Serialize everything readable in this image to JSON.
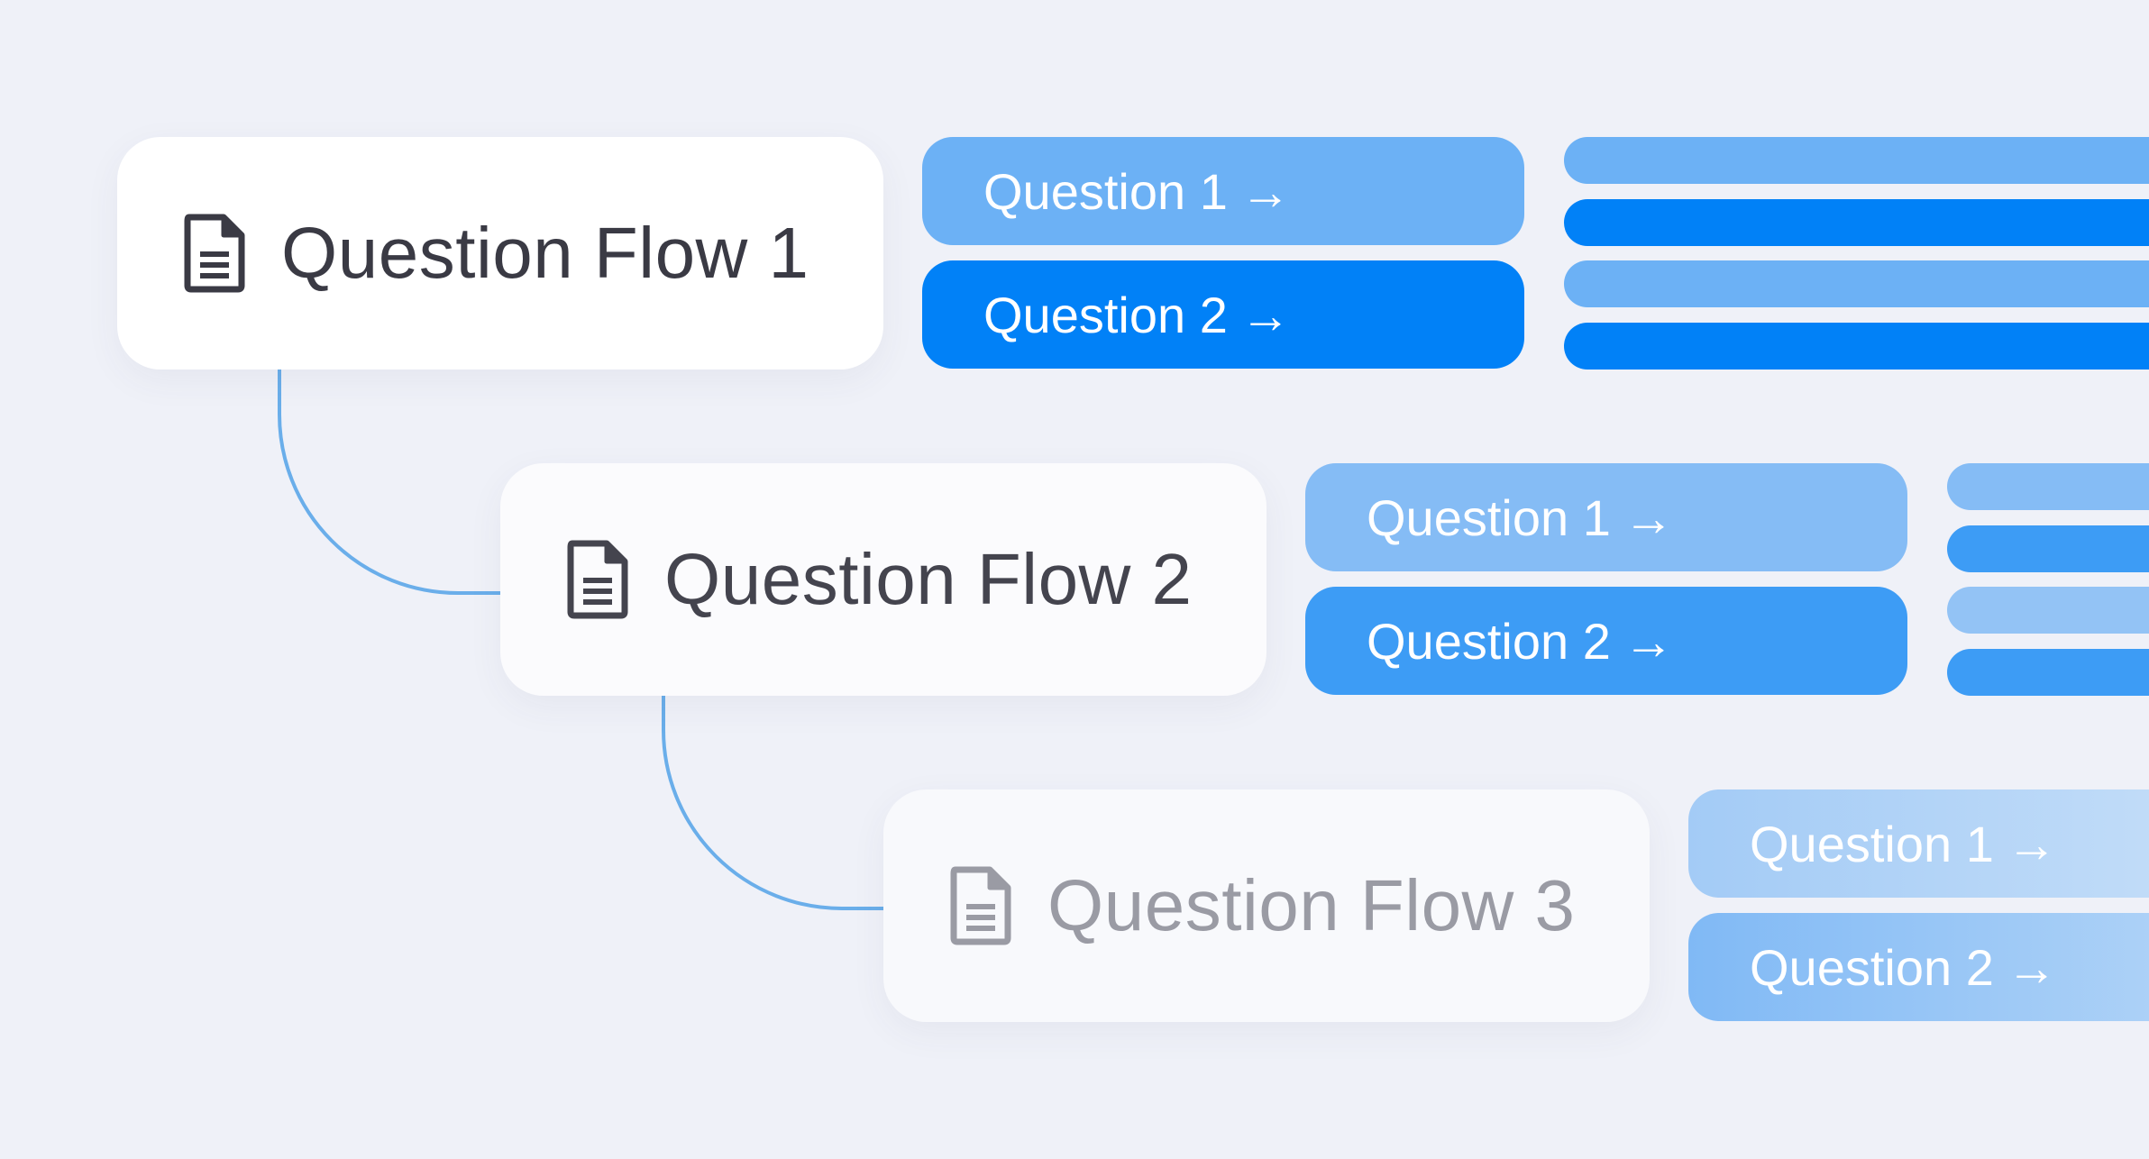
{
  "colors": {
    "background": "#eff1f8",
    "connector": "#6aaeea",
    "primary": "#0181f7",
    "light": "#6cb1f5",
    "title_dark": "#3a3a44",
    "title_muted": "#9a9ba4"
  },
  "flows": [
    {
      "title": "Question Flow 1",
      "icon": "document-icon",
      "questions": [
        {
          "label": "Question 1",
          "arrow": "→"
        },
        {
          "label": "Question 2",
          "arrow": "→"
        }
      ]
    },
    {
      "title": "Question Flow 2",
      "icon": "document-icon",
      "questions": [
        {
          "label": "Question 1",
          "arrow": "→"
        },
        {
          "label": "Question 2",
          "arrow": "→"
        }
      ]
    },
    {
      "title": "Question Flow 3",
      "icon": "document-icon",
      "questions": [
        {
          "label": "Question 1",
          "arrow": "→"
        },
        {
          "label": "Question 2",
          "arrow": "→"
        }
      ]
    }
  ]
}
